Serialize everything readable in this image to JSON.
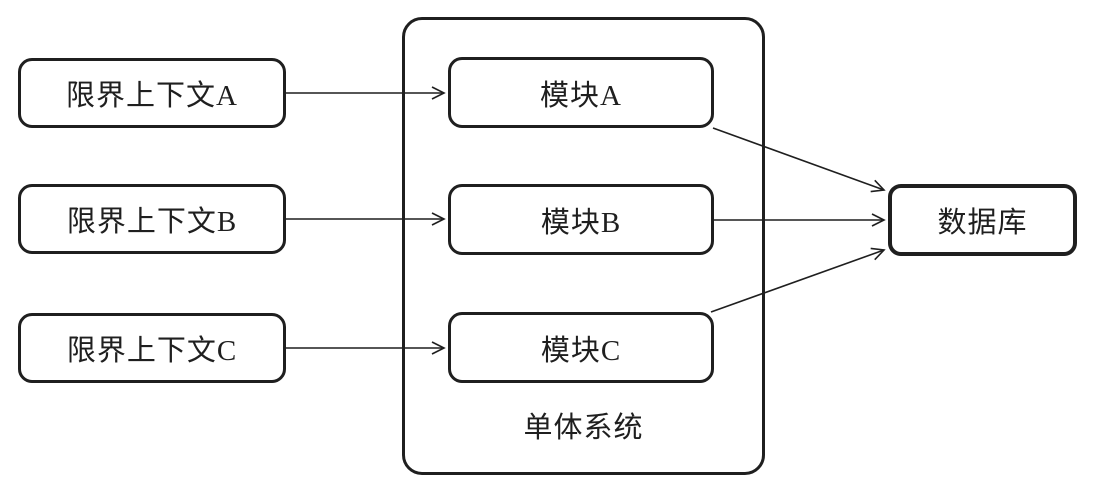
{
  "diagram": {
    "colors": {
      "stroke": "#1f1f1f",
      "background": "#ffffff"
    },
    "contexts": [
      {
        "id": "bounded-context-a",
        "label": "限界上下文A"
      },
      {
        "id": "bounded-context-b",
        "label": "限界上下文B"
      },
      {
        "id": "bounded-context-c",
        "label": "限界上下文C"
      }
    ],
    "system": {
      "label": "单体系统",
      "modules": [
        {
          "id": "module-a",
          "label": "模块A"
        },
        {
          "id": "module-b",
          "label": "模块B"
        },
        {
          "id": "module-c",
          "label": "模块C"
        }
      ]
    },
    "database": {
      "label": "数据库"
    },
    "edges": [
      {
        "from": "限界上下文A",
        "to": "模块A"
      },
      {
        "from": "限界上下文B",
        "to": "模块B"
      },
      {
        "from": "限界上下文C",
        "to": "模块C"
      },
      {
        "from": "模块A",
        "to": "数据库"
      },
      {
        "from": "模块B",
        "to": "数据库"
      },
      {
        "from": "模块C",
        "to": "数据库"
      }
    ]
  }
}
